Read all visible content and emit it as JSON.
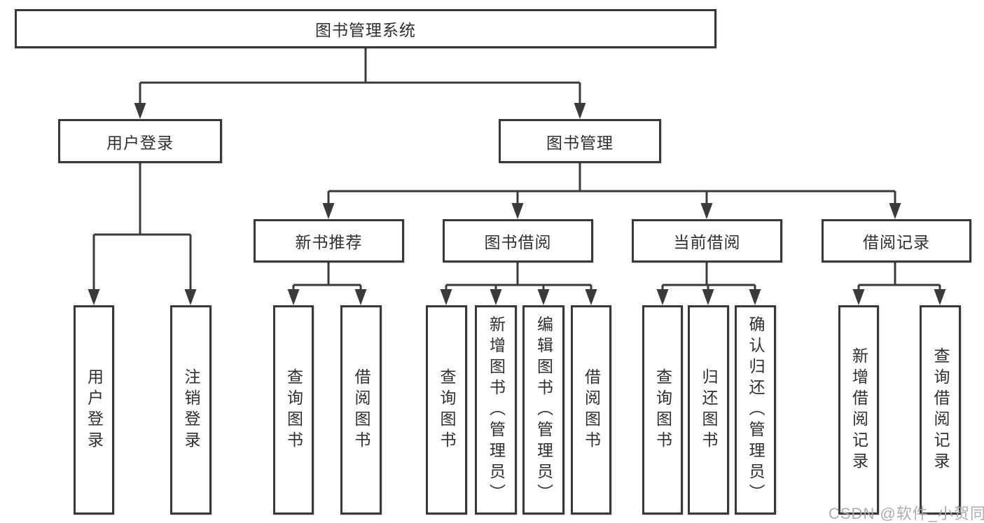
{
  "diagram_title": "图书管理系统",
  "tree": {
    "root": "图书管理系统",
    "level2": [
      "用户登录",
      "图书管理"
    ],
    "level3": [
      "新书推荐",
      "图书借阅",
      "当前借阅",
      "借阅记录"
    ],
    "leaf_groups": [
      {
        "parent": "用户登录",
        "leaves": [
          "用户登录",
          "注销登录"
        ]
      },
      {
        "parent": "新书推荐",
        "leaves": [
          "查询图书",
          "借阅图书"
        ]
      },
      {
        "parent": "图书借阅",
        "leaves": [
          "查询图书",
          "新增图书（管理员）",
          "编辑图书（管理员）",
          "借阅图书"
        ]
      },
      {
        "parent": "当前借阅",
        "leaves": [
          "查询图书",
          "归还图书",
          "确认归还（管理员）"
        ]
      },
      {
        "parent": "借阅记录",
        "leaves": [
          "新增借阅记录",
          "查询借阅记录"
        ]
      }
    ]
  },
  "watermark": "CSDN @软件_小贺同学",
  "colors": {
    "line": "#3a3a3a",
    "border": "#383838",
    "text": "#2f2f2f",
    "box_background": "#ffffff",
    "page_background": "#ffffff",
    "watermark": "#a5a5ac"
  }
}
